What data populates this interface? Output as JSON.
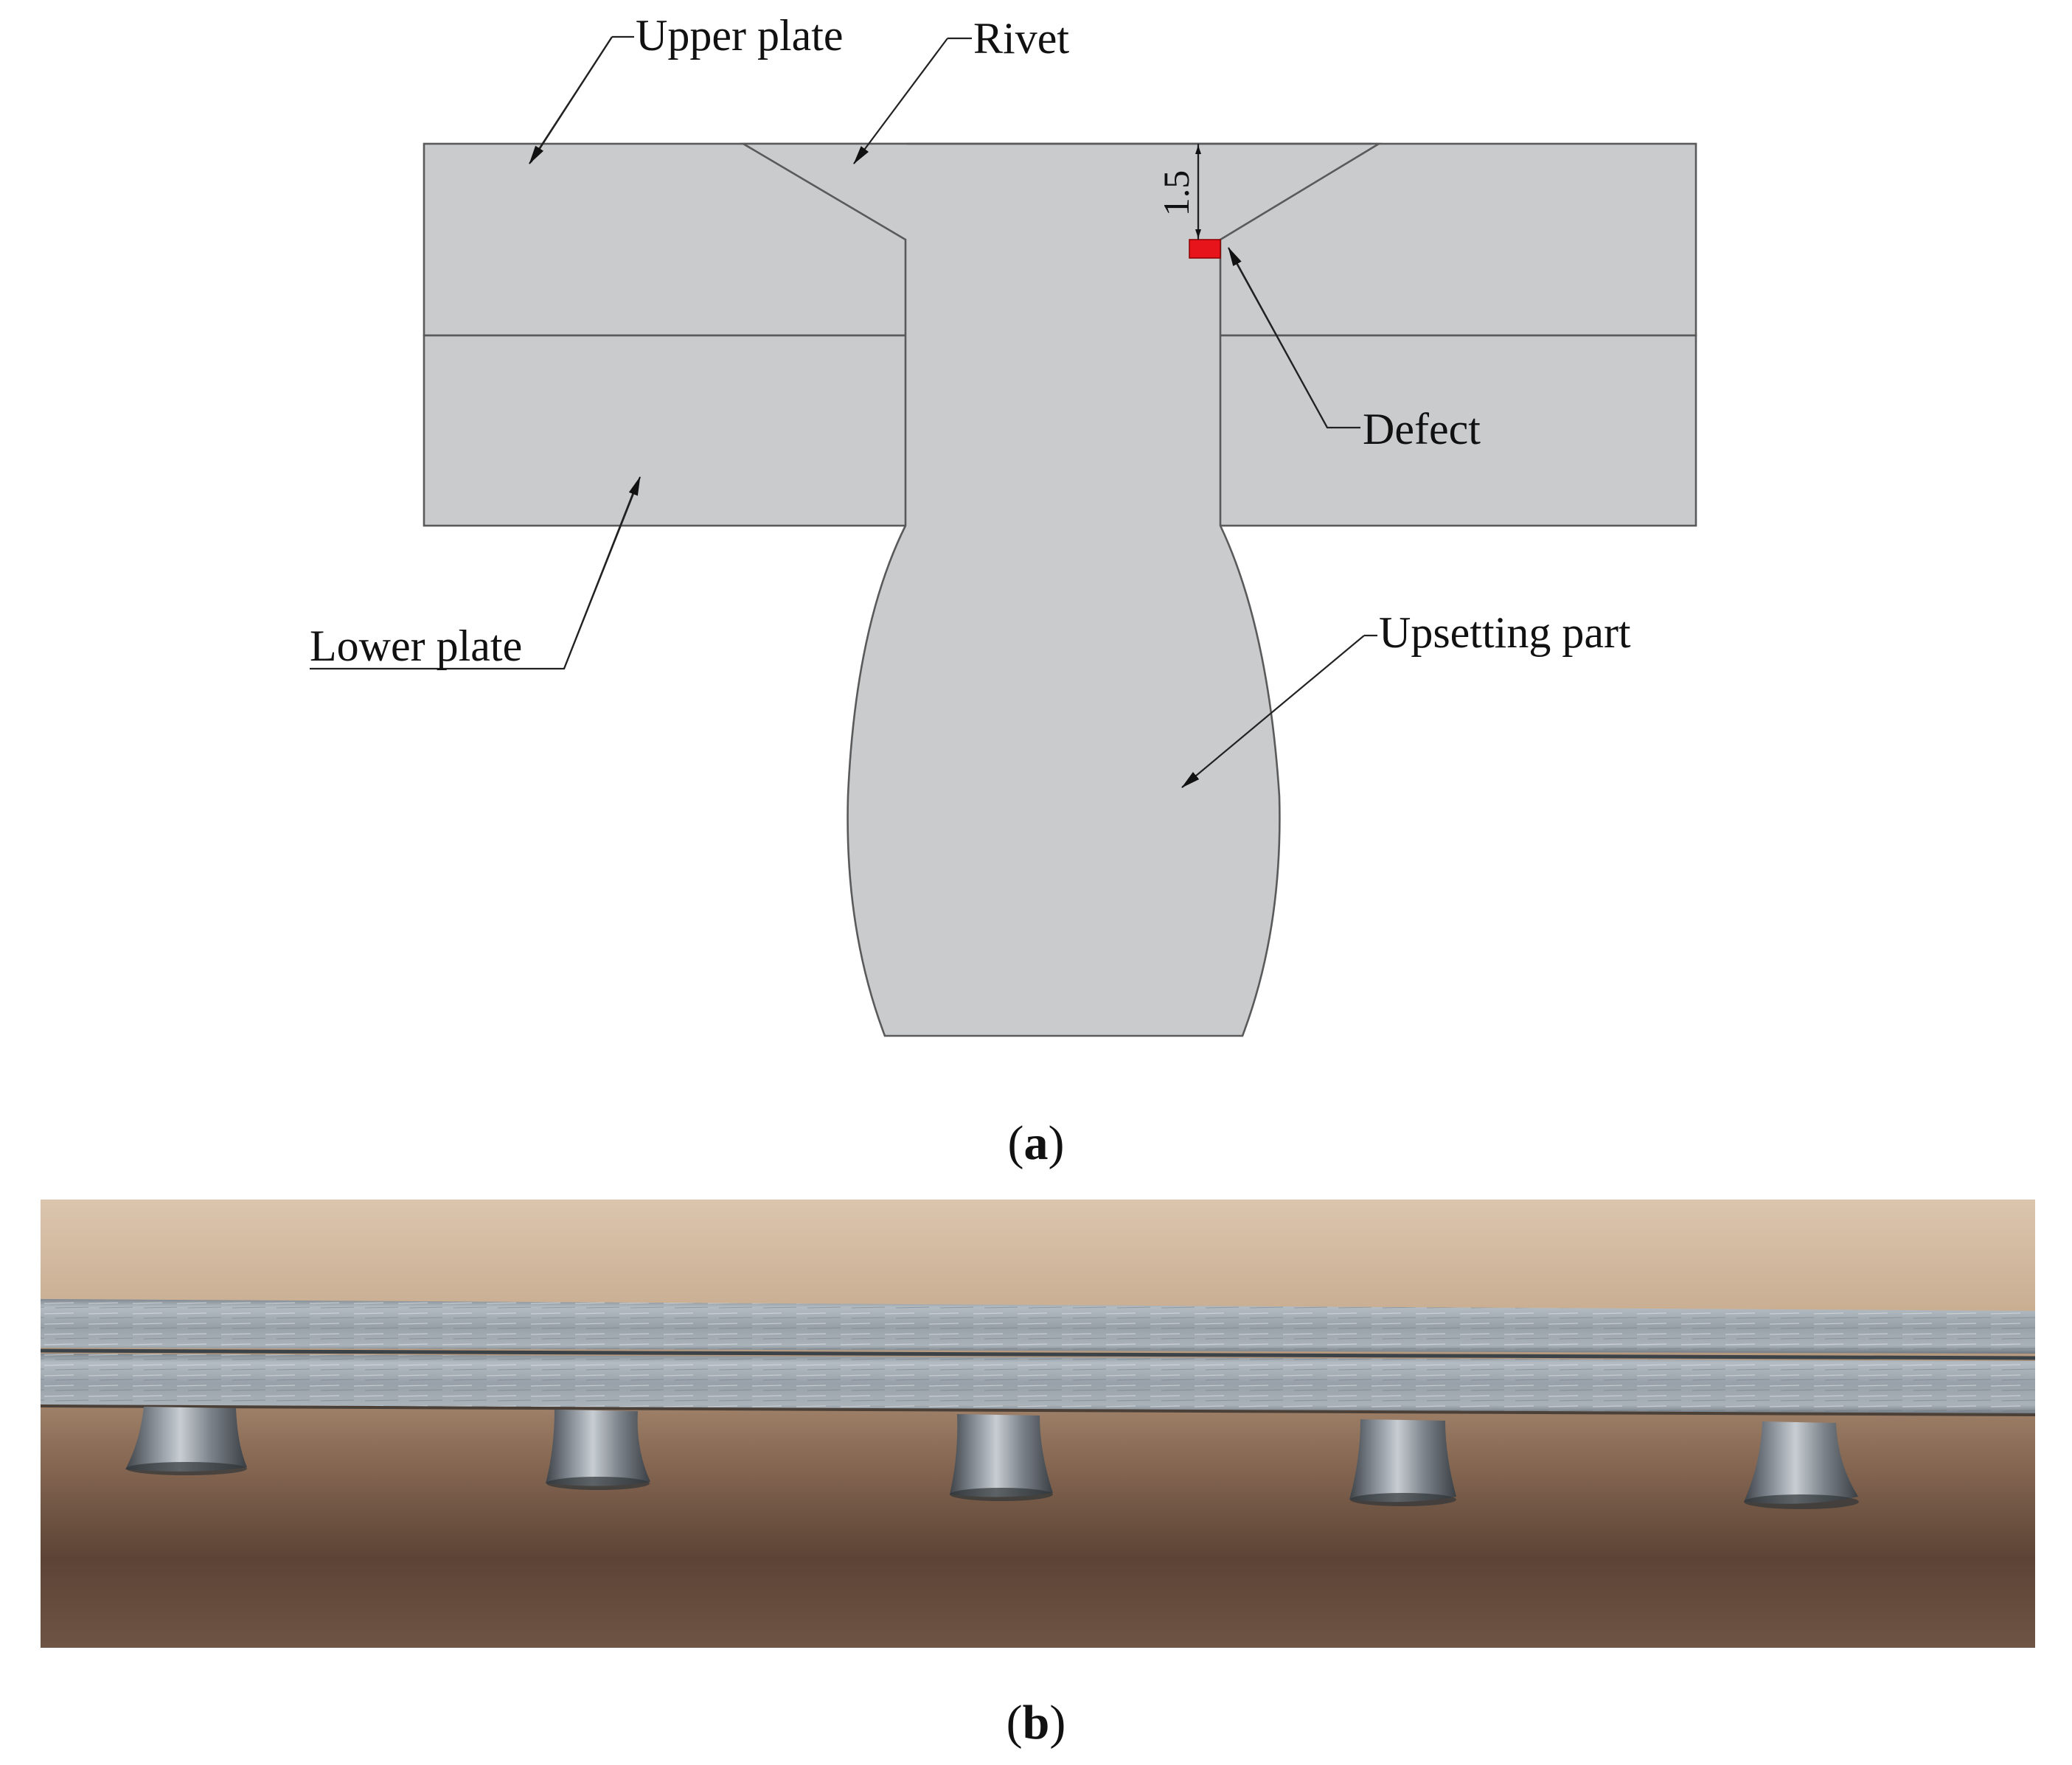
{
  "panel_a": {
    "labels": {
      "upper_plate": "Upper plate",
      "rivet": "Rivet",
      "defect": "Defect",
      "lower_plate": "Lower plate",
      "upsetting_part": "Upsetting part"
    },
    "dimension": "1.5",
    "caption_open": "(",
    "caption_letter": "a",
    "caption_close": ")"
  },
  "panel_b": {
    "caption_open": "(",
    "caption_letter": "b",
    "caption_close": ")",
    "rivet_count": 5
  },
  "colors": {
    "part_fill": "#c9cbcd",
    "defect": "#e8141c",
    "table_top": "#d4bba0",
    "table_bottom": "#5a4234",
    "plate_metal": "#9aa3ab"
  }
}
